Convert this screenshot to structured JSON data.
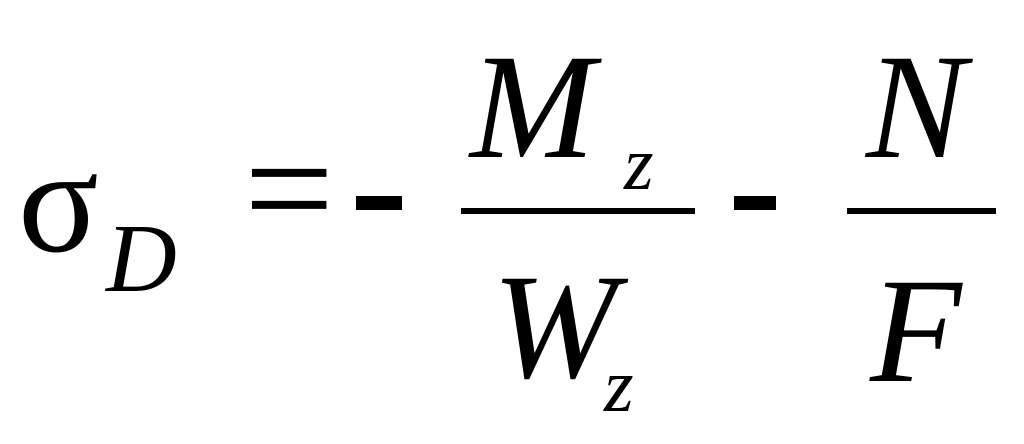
{
  "formula": {
    "lhs": {
      "symbol": "σ",
      "subscript": "D"
    },
    "equals": "=",
    "term1": {
      "operator": "-",
      "numerator": "M",
      "numerator_subscript": "z",
      "denominator": "W",
      "denominator_subscript": "z"
    },
    "term2": {
      "operator": "-",
      "numerator": "N",
      "denominator": "F"
    }
  }
}
